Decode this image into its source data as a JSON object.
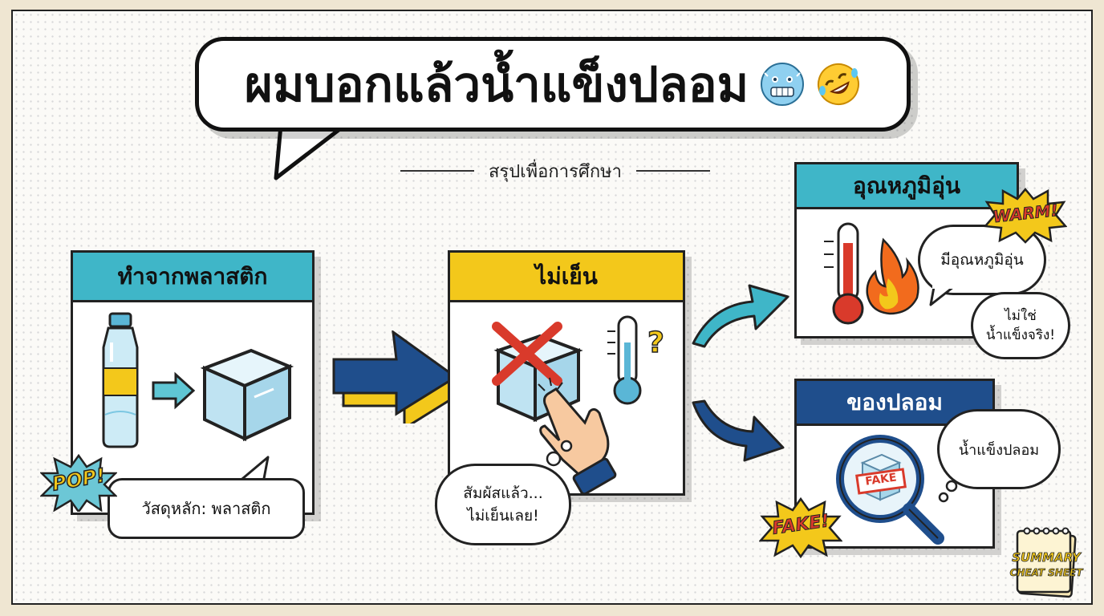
{
  "title": "ผมบอกแล้วน้ำแข็งปลอม",
  "title_emojis": [
    "freezing-face-emoji",
    "rofl-emoji"
  ],
  "subtitle": "สรุปเพื่อการศึกษา",
  "cards": {
    "plastic": {
      "header": "ทำจากพลาสติก",
      "header_color": "#3fb6c8",
      "bubble": "วัสดุหลัก: พลาสติก",
      "burst": "POP!"
    },
    "not_cold": {
      "header": "ไม่เย็น",
      "header_color": "#f3c81b",
      "bubble_line1": "สัมผัสแล้ว...",
      "bubble_line2": "ไม่เย็นเลย!"
    },
    "warm": {
      "header": "อุณหภูมิอุ่น",
      "header_color": "#3fb6c8",
      "bubble1": "มีอุณหภูมิอุ่น",
      "bubble2_line1": "ไม่ใช่",
      "bubble2_line2": "น้ำแข็งจริง!",
      "burst": "WARM!"
    },
    "fake": {
      "header": "ของปลอม",
      "header_color": "#1f4e8c",
      "header_text_color": "#ffffff",
      "bubble": "น้ำแข็งปลอม",
      "burst": "FAKE!",
      "stamp": "FAKE"
    }
  },
  "notepad": {
    "line1": "SUMMARY",
    "line2": "CHEAT SHEET"
  },
  "colors": {
    "arrow_blue": "#1f4e8c",
    "arrow_teal": "#3fb6c8",
    "accent_yellow": "#f3c81b",
    "cross_red": "#d93a2b",
    "ice_blue": "#bfe3f2"
  }
}
